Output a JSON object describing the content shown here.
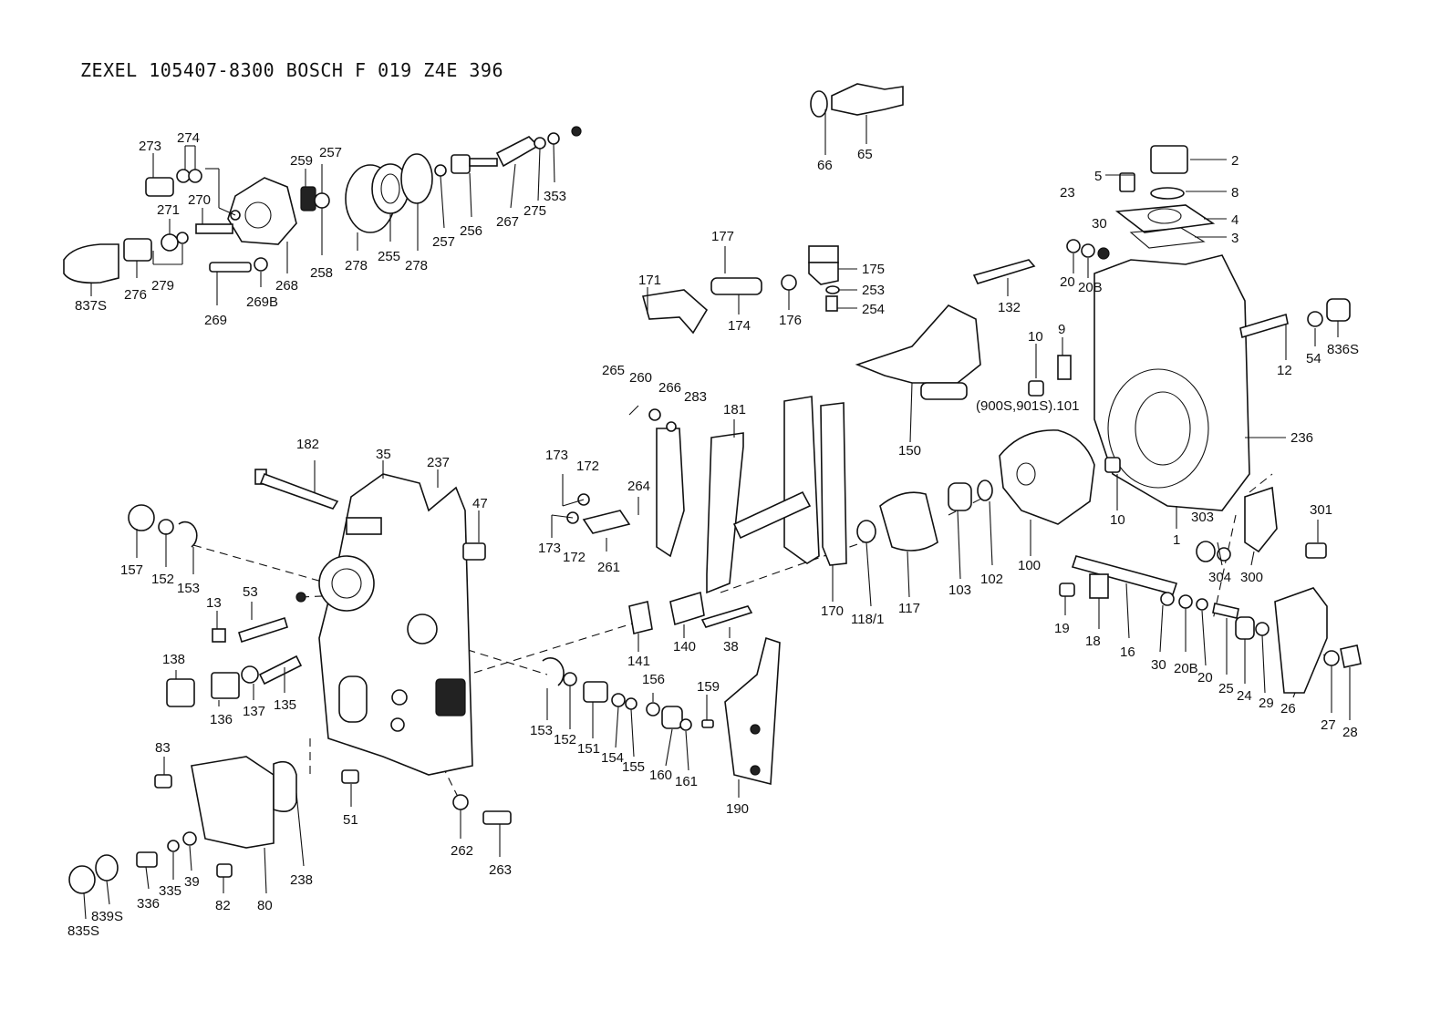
{
  "title": "ZEXEL 105407-8300  BOSCH F 019 Z4E 396",
  "callouts": {
    "c2": "2",
    "c5": "5",
    "c8": "8",
    "c4": "4",
    "c3": "3",
    "c23": "23",
    "c30a": "30",
    "c20a": "20",
    "c20Ba": "20B",
    "c132": "132",
    "c12": "12",
    "c54": "54",
    "c836S": "836S",
    "c10a": "10",
    "c9": "9",
    "c101": "(900S,901S).101",
    "c236": "236",
    "c10b": "10",
    "c1": "1",
    "c100": "100",
    "c102": "102",
    "c103": "103",
    "c117": "117",
    "c118": "118/1",
    "c150": "150",
    "c170": "170",
    "c66": "66",
    "c65": "65",
    "c177": "177",
    "c175": "175",
    "c253": "253",
    "c254": "254",
    "c171": "171",
    "c174": "174",
    "c176": "176",
    "c265": "265",
    "c260": "260",
    "c266": "266",
    "c283": "283",
    "c181": "181",
    "c173a": "173",
    "c172a": "172",
    "c264": "264",
    "c173b": "173",
    "c172b": "172",
    "c261": "261",
    "c141": "141",
    "c140": "140",
    "c38": "38",
    "c156": "156",
    "c159": "159",
    "c153b": "153",
    "c152b": "152",
    "c151": "151",
    "c154": "154",
    "c155": "155",
    "c160": "160",
    "c161": "161",
    "c190": "190",
    "c262": "262",
    "c263": "263",
    "c273": "273",
    "c274": "274",
    "c259": "259",
    "c257a": "257",
    "c270": "270",
    "c271": "271",
    "c279": "279",
    "c276": "276",
    "c837S": "837S",
    "c269": "269",
    "c269B": "269B",
    "c268": "268",
    "c258": "258",
    "c278a": "278",
    "c255": "255",
    "c278b": "278",
    "c257b": "257",
    "c256": "256",
    "c267": "267",
    "c275": "275",
    "c353": "353",
    "c182": "182",
    "c35": "35",
    "c237": "237",
    "c47": "47",
    "c157": "157",
    "c152a": "152",
    "c153a": "153",
    "c13": "13",
    "c53": "53",
    "c138": "138",
    "c136": "136",
    "c137": "137",
    "c135": "135",
    "c83": "83",
    "c51": "51",
    "c238": "238",
    "c80": "80",
    "c82": "82",
    "c39": "39",
    "c335": "335",
    "c336": "336",
    "c839S": "839S",
    "c835S": "835S",
    "c301": "301",
    "c303": "303",
    "c304": "304",
    "c300": "300",
    "c19": "19",
    "c18": "18",
    "c16": "16",
    "c30b": "30",
    "c20Bb": "20B",
    "c20b": "20",
    "c25": "25",
    "c24": "24",
    "c29": "29",
    "c26": "26",
    "c27": "27",
    "c28": "28"
  }
}
